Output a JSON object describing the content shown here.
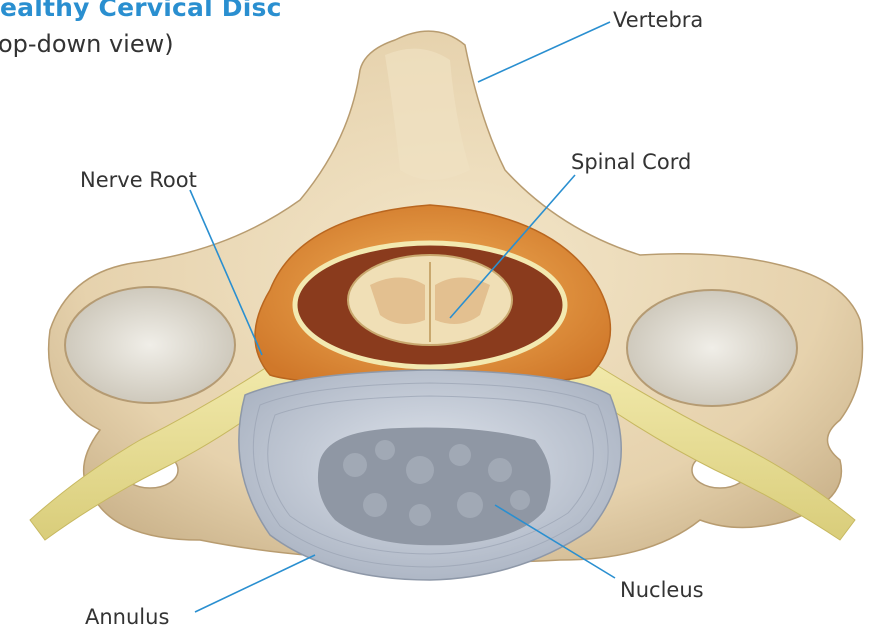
{
  "title": "ealthy Cervical Disc",
  "subtitle": "op-down view)",
  "labels": {
    "vertebra": "Vertebra",
    "spinal_cord": "Spinal Cord",
    "nerve_root": "Nerve Root",
    "nucleus": "Nucleus",
    "annulus": "Annulus"
  },
  "colors": {
    "title": "#2a8fd0",
    "bone": "#e8d6b4",
    "bone_shadow": "#c9b189",
    "fat": "#e89a3c",
    "cord": "#f0dfb6",
    "disc": "#c3cbd8",
    "nucleus": "#8f97a4",
    "leader": "#2a8fd0"
  }
}
